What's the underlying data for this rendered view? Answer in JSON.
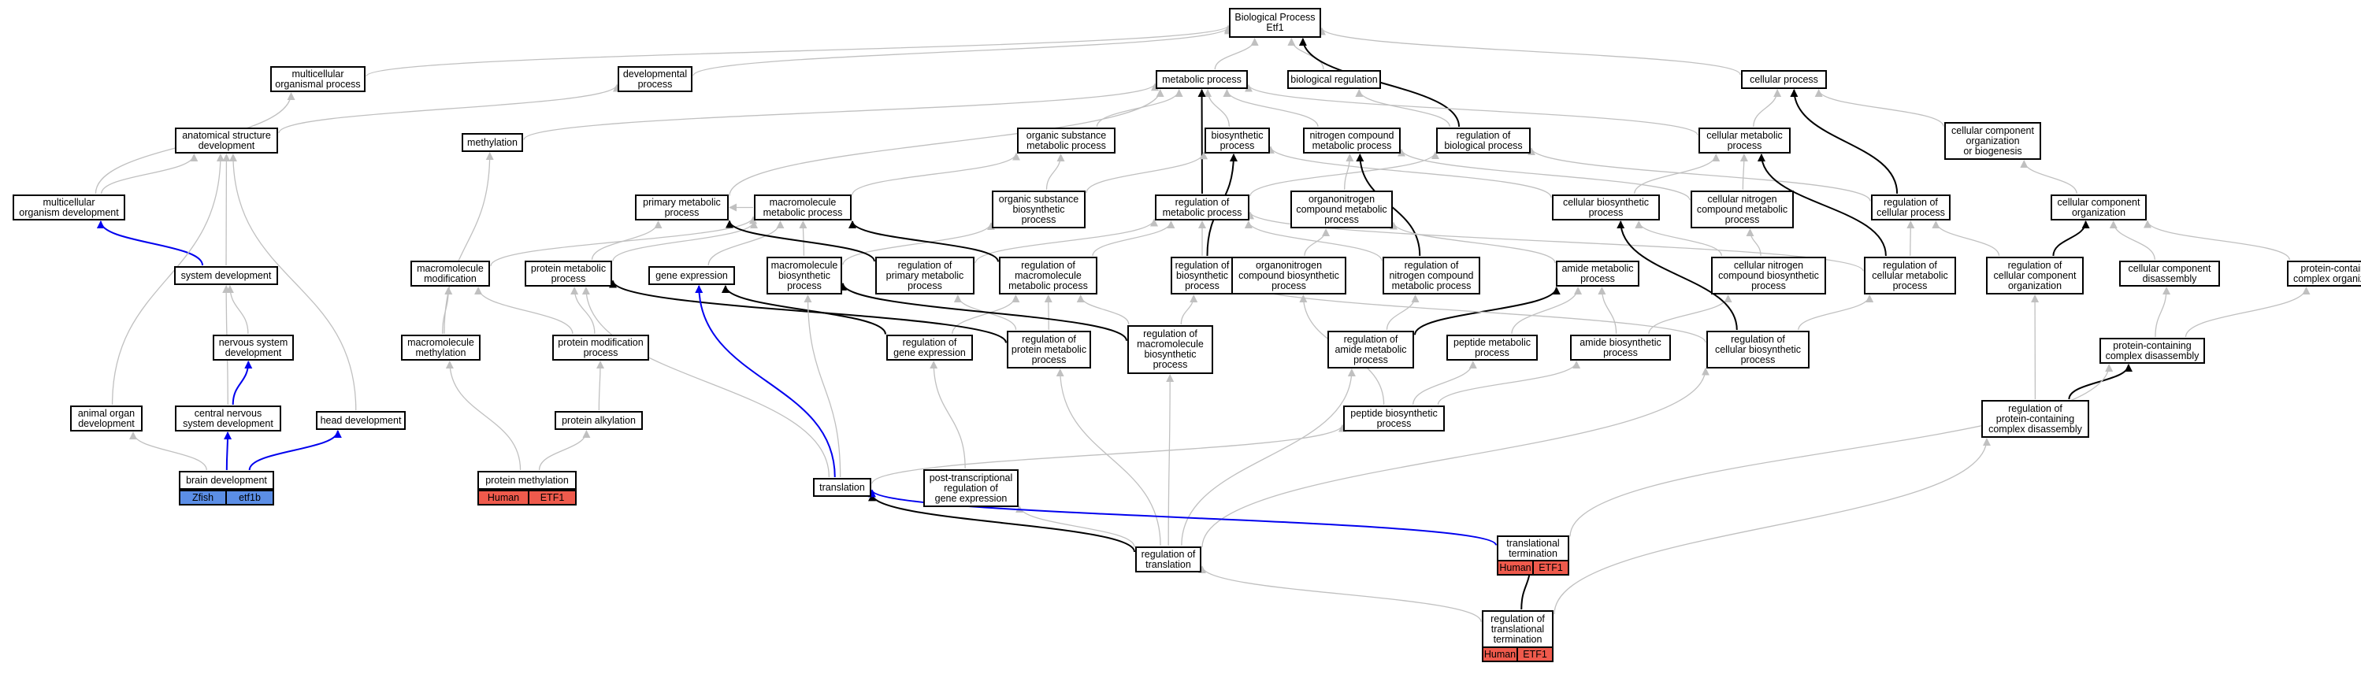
{
  "graph": {
    "colors": {
      "grey_edge": "#c0c0c0",
      "black_edge": "#000000",
      "blue_edge": "#0000ee",
      "zfish_tag": "#5b8ee6",
      "human_tag": "#ef5a4c"
    },
    "nodes": [
      {
        "id": "bp",
        "label": "Biological Process\nEtf1"
      },
      {
        "id": "multicellular_organismal",
        "label": "multicellular\norganismal process"
      },
      {
        "id": "developmental",
        "label": "developmental\nprocess"
      },
      {
        "id": "metabolic",
        "label": "metabolic process"
      },
      {
        "id": "bio_reg",
        "label": "biological regulation"
      },
      {
        "id": "cellular_process",
        "label": "cellular process"
      },
      {
        "id": "anat_struct_dev",
        "label": "anatomical structure\ndevelopment"
      },
      {
        "id": "methylation",
        "label": "methylation"
      },
      {
        "id": "org_subst_metab",
        "label": "organic substance\nmetabolic process"
      },
      {
        "id": "biosynthetic",
        "label": "biosynthetic\nprocess"
      },
      {
        "id": "nitrogen_compound_metab",
        "label": "nitrogen compound\nmetabolic process"
      },
      {
        "id": "reg_bio_process",
        "label": "regulation of\nbiological process"
      },
      {
        "id": "cellular_metab",
        "label": "cellular metabolic\nprocess"
      },
      {
        "id": "cc_org_biogen",
        "label": "cellular component\norganization\nor biogenesis"
      },
      {
        "id": "multicell_org_dev",
        "label": "multicellular\norganism development"
      },
      {
        "id": "primary_metab",
        "label": "primary metabolic\nprocess"
      },
      {
        "id": "macromol_metab",
        "label": "macromolecule\nmetabolic process"
      },
      {
        "id": "org_subst_biosyn",
        "label": "organic substance\nbiosynthetic\nprocess"
      },
      {
        "id": "reg_metab",
        "label": "regulation of\nmetabolic process"
      },
      {
        "id": "organonitrogen_metab",
        "label": "organonitrogen\ncompound metabolic\nprocess"
      },
      {
        "id": "cellular_biosyn",
        "label": "cellular biosynthetic\nprocess"
      },
      {
        "id": "cellular_nitrogen_metab",
        "label": "cellular nitrogen\ncompound metabolic\nprocess"
      },
      {
        "id": "reg_cellular_process",
        "label": "regulation of\ncellular process"
      },
      {
        "id": "cc_organization",
        "label": "cellular component\norganization"
      },
      {
        "id": "system_dev",
        "label": "system development"
      },
      {
        "id": "macromol_mod",
        "label": "macromolecule\nmodification"
      },
      {
        "id": "protein_metab",
        "label": "protein metabolic\nprocess"
      },
      {
        "id": "gene_expression",
        "label": "gene expression"
      },
      {
        "id": "macromol_biosyn",
        "label": "macromolecule\nbiosynthetic\nprocess"
      },
      {
        "id": "reg_primary_metab",
        "label": "regulation of\nprimary metabolic\nprocess"
      },
      {
        "id": "reg_macromol_metab",
        "label": "regulation of\nmacromolecule\nmetabolic process"
      },
      {
        "id": "reg_biosyn",
        "label": "regulation of\nbiosynthetic\nprocess"
      },
      {
        "id": "organonitrogen_biosyn",
        "label": "organonitrogen\ncompound biosynthetic\nprocess"
      },
      {
        "id": "reg_nitrogen_metab",
        "label": "regulation of\nnitrogen compound\nmetabolic process"
      },
      {
        "id": "amide_metab",
        "label": "amide metabolic\nprocess"
      },
      {
        "id": "cellular_nitrogen_biosyn",
        "label": "cellular nitrogen\ncompound biosynthetic\nprocess"
      },
      {
        "id": "reg_cellular_metab",
        "label": "regulation of\ncellular metabolic\nprocess"
      },
      {
        "id": "reg_cc_org",
        "label": "regulation of\ncellular component\norganization"
      },
      {
        "id": "cc_disassembly",
        "label": "cellular component\ndisassembly"
      },
      {
        "id": "protein_complex_org",
        "label": "protein-containing\ncomplex organization"
      },
      {
        "id": "nervous_system_dev",
        "label": "nervous system\ndevelopment"
      },
      {
        "id": "macromol_methylation",
        "label": "macromolecule\nmethylation"
      },
      {
        "id": "protein_mod",
        "label": "protein modification\nprocess"
      },
      {
        "id": "reg_gene_expr",
        "label": "regulation of\ngene expression"
      },
      {
        "id": "reg_protein_metab",
        "label": "regulation of\nprotein metabolic\nprocess"
      },
      {
        "id": "reg_macromol_biosyn",
        "label": "regulation of\nmacromolecule\nbiosynthetic\nprocess"
      },
      {
        "id": "reg_amide_metab",
        "label": "regulation of\namide metabolic\nprocess"
      },
      {
        "id": "peptide_metab",
        "label": "peptide metabolic\nprocess"
      },
      {
        "id": "amide_biosyn",
        "label": "amide biosynthetic\nprocess"
      },
      {
        "id": "reg_cellular_biosyn",
        "label": "regulation of\ncellular biosynthetic\nprocess"
      },
      {
        "id": "protein_complex_disassembly",
        "label": "protein-containing\ncomplex disassembly"
      },
      {
        "id": "animal_organ_dev",
        "label": "animal organ\ndevelopment"
      },
      {
        "id": "cns_dev",
        "label": "central nervous\nsystem development"
      },
      {
        "id": "head_dev",
        "label": "head development"
      },
      {
        "id": "protein_alkylation",
        "label": "protein alkylation"
      },
      {
        "id": "peptide_biosyn",
        "label": "peptide biosynthetic\nprocess"
      },
      {
        "id": "reg_protein_complex_disassembly",
        "label": "regulation of\nprotein-containing\ncomplex disassembly"
      },
      {
        "id": "brain_dev",
        "label": "brain development"
      },
      {
        "id": "protein_methylation",
        "label": "protein methylation"
      },
      {
        "id": "translation",
        "label": "translation"
      },
      {
        "id": "post_transcr_reg",
        "label": "post-transcriptional\nregulation of\ngene expression"
      },
      {
        "id": "reg_translation",
        "label": "regulation of\ntranslation"
      },
      {
        "id": "translational_termination",
        "label": "translational\ntermination"
      },
      {
        "id": "reg_translational_termination",
        "label": "regulation of\ntranslational\ntermination"
      }
    ],
    "tags": [
      {
        "id": "brain_zfish",
        "label": "Zfish",
        "color": "zfish_tag"
      },
      {
        "id": "brain_gene",
        "label": "etf1b",
        "color": "zfish_tag"
      },
      {
        "id": "methyl_human",
        "label": "Human",
        "color": "human_tag"
      },
      {
        "id": "methyl_gene",
        "label": "ETF1",
        "color": "human_tag"
      },
      {
        "id": "term_human",
        "label": "Human",
        "color": "human_tag"
      },
      {
        "id": "term_gene",
        "label": "ETF1",
        "color": "human_tag"
      },
      {
        "id": "regterm_human",
        "label": "Human",
        "color": "human_tag"
      },
      {
        "id": "regterm_gene",
        "label": "ETF1",
        "color": "human_tag"
      }
    ],
    "edges": [
      {
        "from": "multicellular_organismal",
        "to": "bp",
        "style": "grey"
      },
      {
        "from": "developmental",
        "to": "bp",
        "style": "grey"
      },
      {
        "from": "metabolic",
        "to": "bp",
        "style": "grey"
      },
      {
        "from": "bio_reg",
        "to": "bp",
        "style": "grey"
      },
      {
        "from": "cellular_process",
        "to": "bp",
        "style": "grey"
      },
      {
        "from": "reg_bio_process",
        "to": "bp",
        "style": "black"
      },
      {
        "from": "anat_struct_dev",
        "to": "developmental",
        "style": "grey"
      },
      {
        "from": "multicell_org_dev",
        "to": "multicellular_organismal",
        "style": "grey"
      },
      {
        "from": "multicell_org_dev",
        "to": "anat_struct_dev",
        "style": "grey"
      },
      {
        "from": "methylation",
        "to": "metabolic",
        "style": "grey"
      },
      {
        "from": "org_subst_metab",
        "to": "metabolic",
        "style": "grey"
      },
      {
        "from": "biosynthetic",
        "to": "metabolic",
        "style": "grey"
      },
      {
        "from": "nitrogen_compound_metab",
        "to": "metabolic",
        "style": "grey"
      },
      {
        "from": "cellular_metab",
        "to": "metabolic",
        "style": "grey"
      },
      {
        "from": "primary_metab",
        "to": "metabolic",
        "style": "grey"
      },
      {
        "from": "reg_bio_process",
        "to": "bio_reg",
        "style": "grey"
      },
      {
        "from": "cellular_metab",
        "to": "cellular_process",
        "style": "grey"
      },
      {
        "from": "cc_org_biogen",
        "to": "cellular_process",
        "style": "grey"
      },
      {
        "from": "reg_metab",
        "to": "metabolic",
        "style": "black"
      },
      {
        "from": "reg_metab",
        "to": "reg_bio_process",
        "style": "grey"
      },
      {
        "from": "reg_cellular_process",
        "to": "cellular_process",
        "style": "black"
      },
      {
        "from": "reg_cellular_process",
        "to": "reg_bio_process",
        "style": "grey"
      },
      {
        "from": "macromol_metab",
        "to": "org_subst_metab",
        "style": "grey"
      },
      {
        "from": "macromol_metab",
        "to": "primary_metab",
        "style": "grey"
      },
      {
        "from": "org_subst_biosyn",
        "to": "org_subst_metab",
        "style": "grey"
      },
      {
        "from": "org_subst_biosyn",
        "to": "biosynthetic",
        "style": "grey"
      },
      {
        "from": "organonitrogen_metab",
        "to": "nitrogen_compound_metab",
        "style": "grey"
      },
      {
        "from": "cellular_biosyn",
        "to": "cellular_metab",
        "style": "grey"
      },
      {
        "from": "cellular_biosyn",
        "to": "biosynthetic",
        "style": "grey"
      },
      {
        "from": "cellular_nitrogen_metab",
        "to": "cellular_metab",
        "style": "grey"
      },
      {
        "from": "cellular_nitrogen_metab",
        "to": "nitrogen_compound_metab",
        "style": "grey"
      },
      {
        "from": "cc_organization",
        "to": "cc_org_biogen",
        "style": "grey"
      },
      {
        "from": "system_dev",
        "to": "multicell_org_dev",
        "style": "blue"
      },
      {
        "from": "system_dev",
        "to": "anat_struct_dev",
        "style": "grey"
      },
      {
        "from": "macromol_mod",
        "to": "macromol_metab",
        "style": "grey"
      },
      {
        "from": "protein_metab",
        "to": "primary_metab",
        "style": "grey"
      },
      {
        "from": "protein_metab",
        "to": "macromol_metab",
        "style": "grey"
      },
      {
        "from": "gene_expression",
        "to": "macromol_metab",
        "style": "grey"
      },
      {
        "from": "macromol_biosyn",
        "to": "macromol_metab",
        "style": "grey"
      },
      {
        "from": "macromol_biosyn",
        "to": "org_subst_biosyn",
        "style": "grey"
      },
      {
        "from": "reg_primary_metab",
        "to": "primary_metab",
        "style": "black"
      },
      {
        "from": "reg_primary_metab",
        "to": "reg_metab",
        "style": "grey"
      },
      {
        "from": "reg_macromol_metab",
        "to": "macromol_metab",
        "style": "black"
      },
      {
        "from": "reg_macromol_metab",
        "to": "reg_metab",
        "style": "grey"
      },
      {
        "from": "reg_biosyn",
        "to": "biosynthetic",
        "style": "black"
      },
      {
        "from": "reg_biosyn",
        "to": "reg_metab",
        "style": "grey"
      },
      {
        "from": "organonitrogen_biosyn",
        "to": "organonitrogen_metab",
        "style": "grey"
      },
      {
        "from": "reg_nitrogen_metab",
        "to": "nitrogen_compound_metab",
        "style": "black"
      },
      {
        "from": "reg_nitrogen_metab",
        "to": "reg_metab",
        "style": "grey"
      },
      {
        "from": "amide_metab",
        "to": "organonitrogen_metab",
        "style": "grey"
      },
      {
        "from": "cellular_nitrogen_biosyn",
        "to": "cellular_biosyn",
        "style": "grey"
      },
      {
        "from": "cellular_nitrogen_biosyn",
        "to": "cellular_nitrogen_metab",
        "style": "grey"
      },
      {
        "from": "reg_cellular_metab",
        "to": "cellular_metab",
        "style": "black"
      },
      {
        "from": "reg_cellular_metab",
        "to": "reg_cellular_process",
        "style": "grey"
      },
      {
        "from": "reg_cellular_metab",
        "to": "reg_metab",
        "style": "grey"
      },
      {
        "from": "reg_cc_org",
        "to": "cc_organization",
        "style": "black"
      },
      {
        "from": "reg_cc_org",
        "to": "reg_cellular_process",
        "style": "grey"
      },
      {
        "from": "cc_disassembly",
        "to": "cc_organization",
        "style": "grey"
      },
      {
        "from": "protein_complex_org",
        "to": "cc_organization",
        "style": "grey"
      },
      {
        "from": "nervous_system_dev",
        "to": "system_dev",
        "style": "grey"
      },
      {
        "from": "macromol_methylation",
        "to": "methylation",
        "style": "grey"
      },
      {
        "from": "macromol_methylation",
        "to": "macromol_mod",
        "style": "grey"
      },
      {
        "from": "protein_mod",
        "to": "macromol_mod",
        "style": "grey"
      },
      {
        "from": "protein_mod",
        "to": "protein_metab",
        "style": "grey"
      },
      {
        "from": "reg_gene_expr",
        "to": "gene_expression",
        "style": "black"
      },
      {
        "from": "reg_gene_expr",
        "to": "reg_macromol_metab",
        "style": "grey"
      },
      {
        "from": "reg_protein_metab",
        "to": "protein_metab",
        "style": "black"
      },
      {
        "from": "reg_protein_metab",
        "to": "reg_primary_metab",
        "style": "grey"
      },
      {
        "from": "reg_protein_metab",
        "to": "reg_macromol_metab",
        "style": "grey"
      },
      {
        "from": "reg_macromol_biosyn",
        "to": "macromol_biosyn",
        "style": "black"
      },
      {
        "from": "reg_macromol_biosyn",
        "to": "reg_biosyn",
        "style": "grey"
      },
      {
        "from": "reg_macromol_biosyn",
        "to": "reg_macromol_metab",
        "style": "grey"
      },
      {
        "from": "reg_amide_metab",
        "to": "amide_metab",
        "style": "black"
      },
      {
        "from": "reg_amide_metab",
        "to": "reg_nitrogen_metab",
        "style": "grey"
      },
      {
        "from": "peptide_metab",
        "to": "amide_metab",
        "style": "grey"
      },
      {
        "from": "amide_biosyn",
        "to": "amide_metab",
        "style": "grey"
      },
      {
        "from": "amide_biosyn",
        "to": "cellular_nitrogen_biosyn",
        "style": "grey"
      },
      {
        "from": "reg_cellular_biosyn",
        "to": "cellular_biosyn",
        "style": "black"
      },
      {
        "from": "reg_cellular_biosyn",
        "to": "reg_cellular_metab",
        "style": "grey"
      },
      {
        "from": "reg_cellular_biosyn",
        "to": "reg_biosyn",
        "style": "grey"
      },
      {
        "from": "protein_complex_disassembly",
        "to": "cc_disassembly",
        "style": "grey"
      },
      {
        "from": "protein_complex_disassembly",
        "to": "protein_complex_org",
        "style": "grey"
      },
      {
        "from": "animal_organ_dev",
        "to": "anat_struct_dev",
        "style": "grey"
      },
      {
        "from": "cns_dev",
        "to": "nervous_system_dev",
        "style": "blue"
      },
      {
        "from": "cns_dev",
        "to": "system_dev",
        "style": "grey"
      },
      {
        "from": "head_dev",
        "to": "anat_struct_dev",
        "style": "grey"
      },
      {
        "from": "protein_alkylation",
        "to": "protein_mod",
        "style": "grey"
      },
      {
        "from": "peptide_biosyn",
        "to": "peptide_metab",
        "style": "grey"
      },
      {
        "from": "peptide_biosyn",
        "to": "amide_biosyn",
        "style": "grey"
      },
      {
        "from": "peptide_biosyn",
        "to": "organonitrogen_biosyn",
        "style": "grey"
      },
      {
        "from": "reg_protein_complex_disassembly",
        "to": "protein_complex_disassembly",
        "style": "black"
      },
      {
        "from": "reg_protein_complex_disassembly",
        "to": "reg_cc_org",
        "style": "grey"
      },
      {
        "from": "brain_dev",
        "to": "cns_dev",
        "style": "blue"
      },
      {
        "from": "brain_dev",
        "to": "head_dev",
        "style": "blue"
      },
      {
        "from": "brain_dev",
        "to": "animal_organ_dev",
        "style": "grey"
      },
      {
        "from": "protein_methylation",
        "to": "macromol_methylation",
        "style": "grey"
      },
      {
        "from": "protein_methylation",
        "to": "protein_alkylation",
        "style": "grey"
      },
      {
        "from": "translation",
        "to": "gene_expression",
        "style": "blue"
      },
      {
        "from": "translation",
        "to": "protein_metab",
        "style": "grey"
      },
      {
        "from": "translation",
        "to": "macromol_biosyn",
        "style": "grey"
      },
      {
        "from": "translation",
        "to": "peptide_biosyn",
        "style": "grey"
      },
      {
        "from": "post_transcr_reg",
        "to": "reg_gene_expr",
        "style": "grey"
      },
      {
        "from": "reg_translation",
        "to": "translation",
        "style": "black"
      },
      {
        "from": "reg_translation",
        "to": "post_transcr_reg",
        "style": "grey"
      },
      {
        "from": "reg_translation",
        "to": "reg_protein_metab",
        "style": "grey"
      },
      {
        "from": "reg_translation",
        "to": "reg_macromol_biosyn",
        "style": "grey"
      },
      {
        "from": "reg_translation",
        "to": "reg_amide_metab",
        "style": "grey"
      },
      {
        "from": "reg_translation",
        "to": "reg_cellular_biosyn",
        "style": "grey"
      },
      {
        "from": "translational_termination",
        "to": "translation",
        "style": "blue"
      },
      {
        "from": "translational_termination",
        "to": "protein_complex_disassembly",
        "style": "grey"
      },
      {
        "from": "reg_translational_termination",
        "to": "translational_termination",
        "style": "black"
      },
      {
        "from": "reg_translational_termination",
        "to": "reg_translation",
        "style": "grey"
      },
      {
        "from": "reg_translational_termination",
        "to": "reg_protein_complex_disassembly",
        "style": "grey"
      }
    ]
  }
}
